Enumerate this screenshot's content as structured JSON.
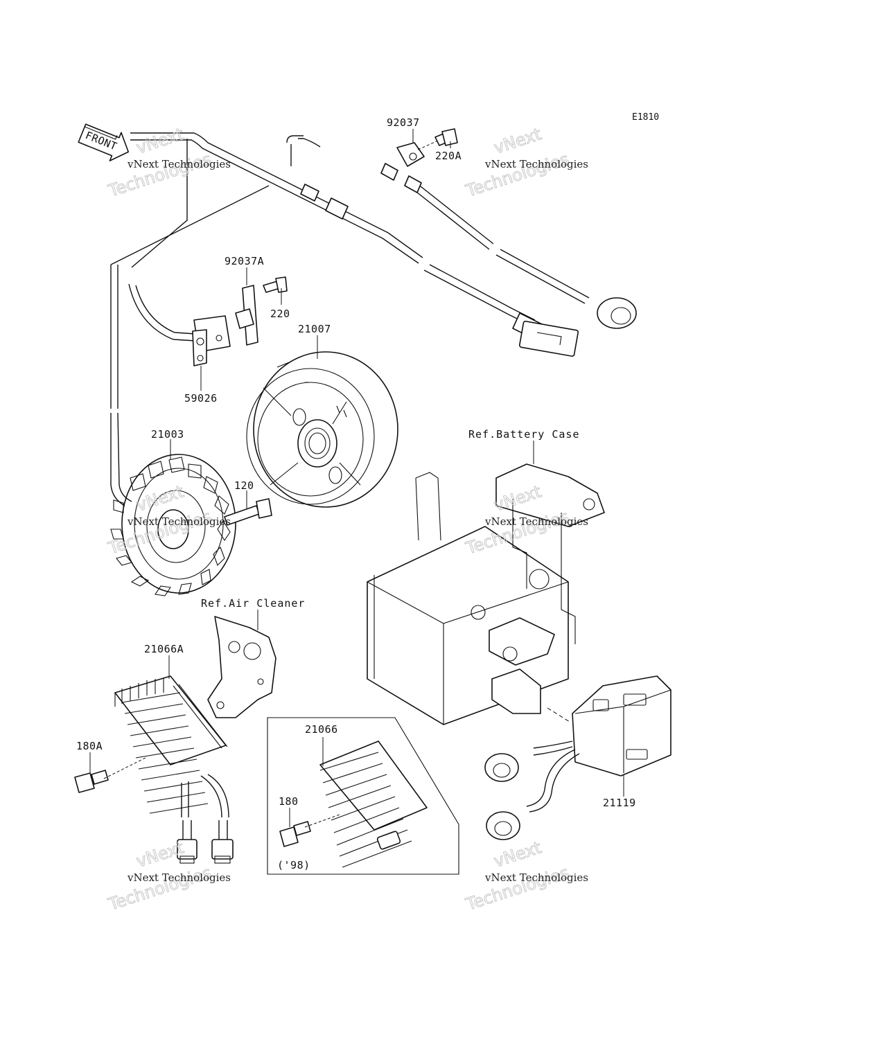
{
  "diagram": {
    "code": "E1810",
    "front_label": "FRONT",
    "refs": {
      "battery_case": "Ref.Battery Case",
      "air_cleaner": "Ref.Air Cleaner"
    },
    "inset_note": "('98)",
    "parts": {
      "p92037": "92037",
      "p220A": "220A",
      "p92037A": "92037A",
      "p220": "220",
      "p21007": "21007",
      "p59026": "59026",
      "p21003": "21003",
      "p120": "120",
      "p21066A": "21066A",
      "p180A": "180A",
      "p21066": "21066",
      "p180": "180",
      "p21119": "21119"
    },
    "watermark": {
      "line1": "vNext Technologies",
      "line2": "vNext",
      "line3": "Technologies"
    }
  }
}
